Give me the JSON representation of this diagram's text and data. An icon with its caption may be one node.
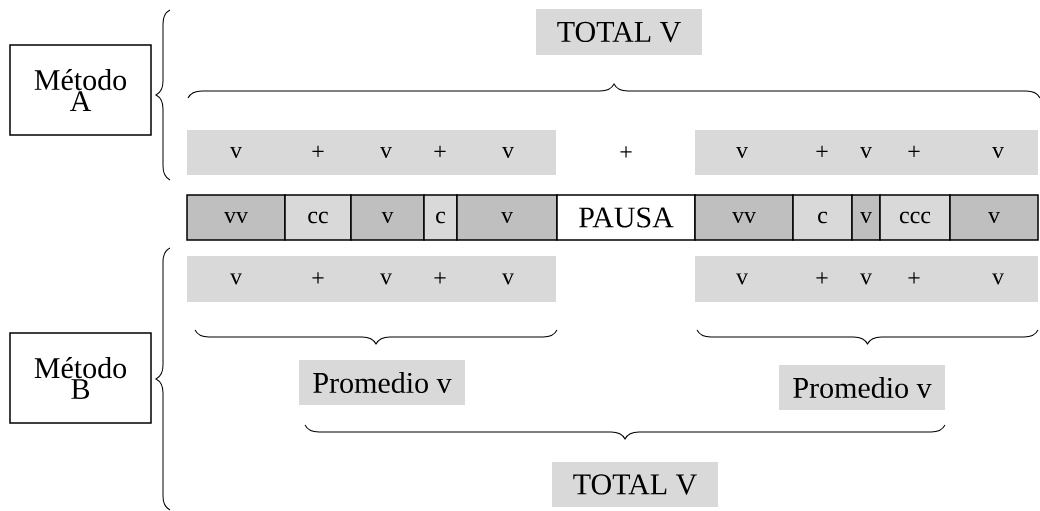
{
  "diagram": {
    "nodes": [
      {
        "text": [
          "Método A"
        ]
      },
      {
        "text": [
          "TOTAL V"
        ]
      },
      {
        "text": [
          "v",
          "+",
          "v",
          "+",
          "v"
        ]
      },
      {
        "text": [
          "v",
          "+",
          "v",
          "+",
          "v"
        ]
      },
      {
        "text": [
          "vv"
        ]
      },
      {
        "text": [
          "cc"
        ]
      },
      {
        "text": [
          "v"
        ]
      },
      {
        "text": [
          "c"
        ]
      },
      {
        "text": [
          "v"
        ]
      },
      {
        "text": [
          "PAUSA"
        ]
      },
      {
        "text": [
          "vv"
        ]
      },
      {
        "text": [
          "c"
        ]
      },
      {
        "text": [
          "v"
        ]
      },
      {
        "text": [
          "ccc"
        ]
      },
      {
        "text": [
          "v"
        ]
      },
      {
        "text": [
          "v",
          "+",
          "v",
          "+",
          "v"
        ]
      },
      {
        "text": [
          "v",
          "+",
          "v",
          "+",
          "v"
        ]
      },
      {
        "text": [
          "Método B"
        ]
      },
      {
        "text": [
          "Promedio v"
        ]
      },
      {
        "text": [
          "Promedio v"
        ]
      },
      {
        "text": [
          "TOTAL V"
        ]
      }
    ],
    "labels": [
      "+"
    ]
  }
}
